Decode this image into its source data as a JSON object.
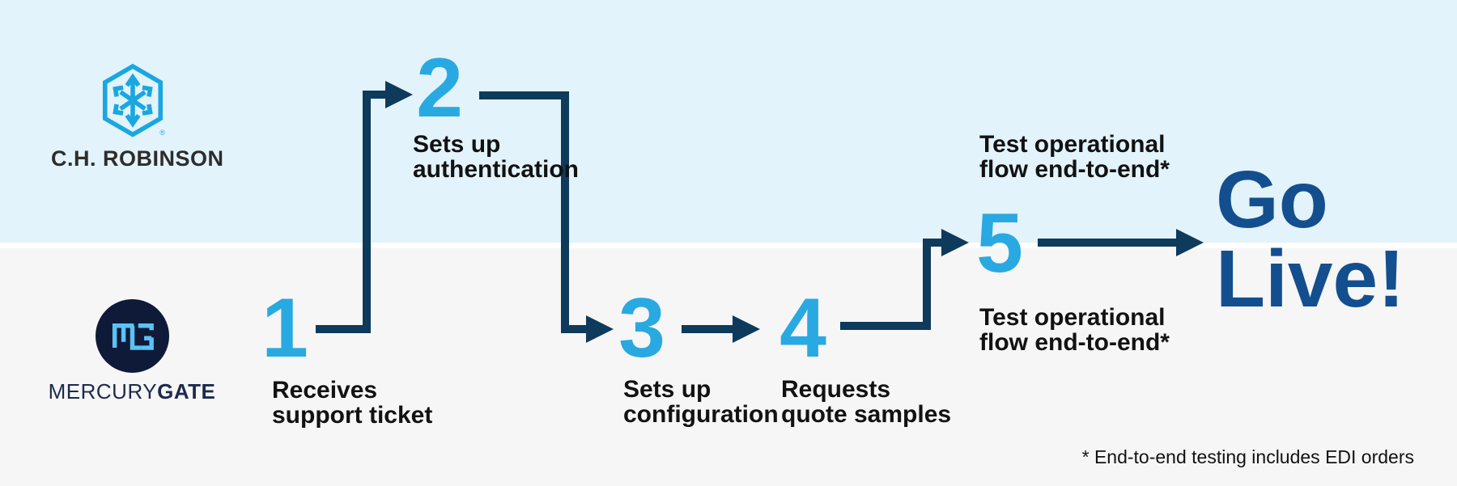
{
  "colors": {
    "top_bg": "#E2F3FB",
    "bottom_bg": "#F6F6F6",
    "divider": "#FFFFFF",
    "accent_blue": "#29A9E1",
    "arrow_navy": "#0E3A5C",
    "go_live_blue": "#134F8E",
    "text_black": "#121212",
    "chr_logo_blue": "#1AA7E1",
    "chr_text": "#2E2D2B",
    "mg_circle": "#0E1A38",
    "mg_monogram": "#5BC2F4",
    "mg_text": "#1C2B4B"
  },
  "logos": {
    "chrobinson": {
      "wordmark": "C.H. ROBINSON",
      "registered_mark": "®"
    },
    "mercurygate": {
      "wordmark_regular": "MERCURY",
      "wordmark_bold": "GATE",
      "monogram": "MG"
    }
  },
  "steps": [
    {
      "number": "1",
      "line1": "Receives",
      "line2": "support ticket"
    },
    {
      "number": "2",
      "line1": "Sets up",
      "line2": "authentication"
    },
    {
      "number": "3",
      "line1": "Sets up",
      "line2": "configuration"
    },
    {
      "number": "4",
      "line1": "Requests",
      "line2": "quote samples"
    },
    {
      "number": "5"
    }
  ],
  "step5_labels": {
    "top": {
      "line1": "Test operational",
      "line2": "flow end-to-end*"
    },
    "bottom": {
      "line1": "Test operational",
      "line2": "flow end-to-end*"
    }
  },
  "go_live": {
    "line1": "Go",
    "line2": "Live!"
  },
  "footnote": "* End-to-end testing includes EDI orders"
}
